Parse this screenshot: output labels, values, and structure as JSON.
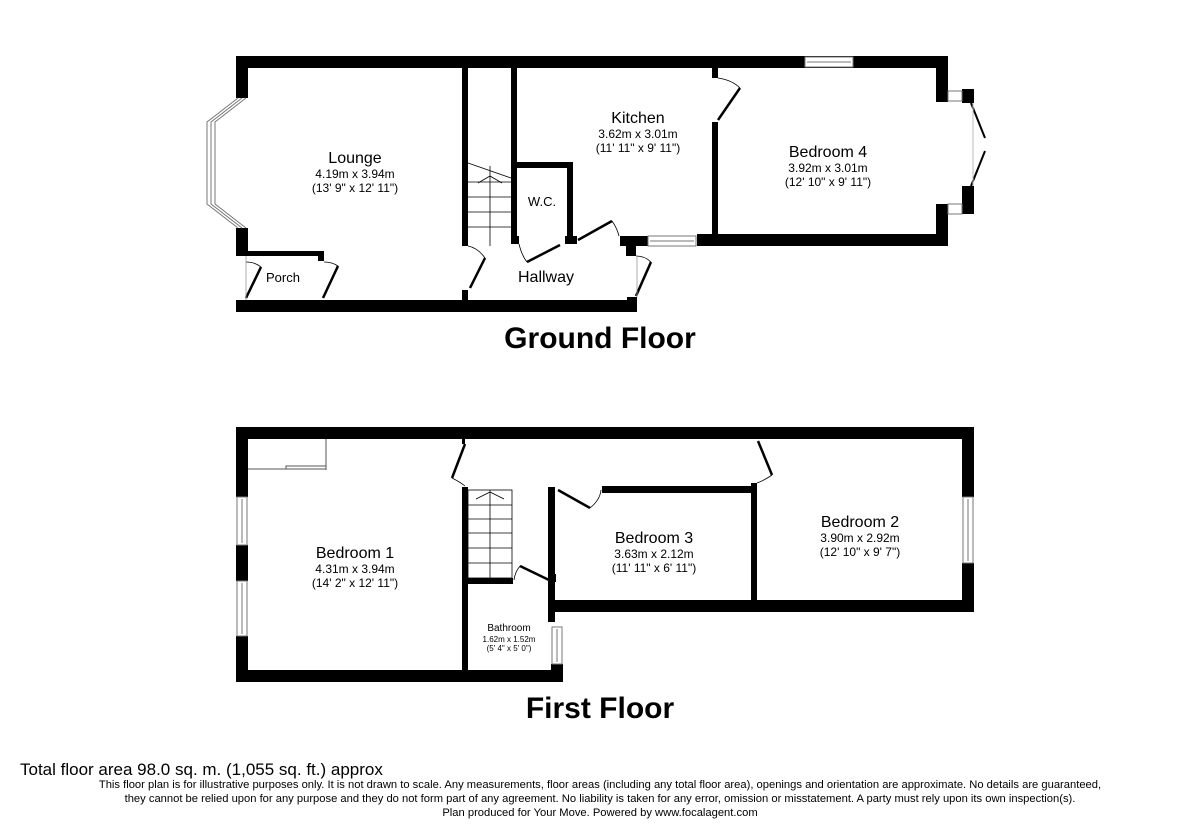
{
  "ground_floor": {
    "title": "Ground Floor",
    "rooms": {
      "lounge": {
        "name": "Lounge",
        "metric": "4.19m x 3.94m",
        "imperial": "(13' 9\" x 12' 11\")"
      },
      "kitchen": {
        "name": "Kitchen",
        "metric": "3.62m x 3.01m",
        "imperial": "(11' 11\" x 9' 11\")"
      },
      "bedroom4": {
        "name": "Bedroom 4",
        "metric": "3.92m x 3.01m",
        "imperial": "(12' 10\" x 9' 11\")"
      },
      "wc": {
        "name": "W.C."
      },
      "hallway": {
        "name": "Hallway"
      },
      "porch": {
        "name": "Porch"
      }
    }
  },
  "first_floor": {
    "title": "First Floor",
    "rooms": {
      "bedroom1": {
        "name": "Bedroom 1",
        "metric": "4.31m x 3.94m",
        "imperial": "(14' 2\" x 12' 11\")"
      },
      "bedroom2": {
        "name": "Bedroom 2",
        "metric": "3.90m x 2.92m",
        "imperial": "(12' 10\" x 9' 7\")"
      },
      "bedroom3": {
        "name": "Bedroom 3",
        "metric": "3.63m x 2.12m",
        "imperial": "(11' 11\" x 6' 11\")"
      },
      "bathroom": {
        "name": "Bathroom",
        "metric": "1.62m x 1.52m",
        "imperial": "(5' 4\" x 5' 0\")"
      }
    }
  },
  "footer": {
    "total_area": "Total floor area 98.0 sq. m. (1,055 sq. ft.) approx",
    "disclaimer_line1": "This floor plan is for illustrative purposes only. It is not drawn to scale. Any measurements, floor areas (including any total floor area), openings and orientation are approximate. No details are guaranteed,",
    "disclaimer_line2": "they cannot be relied upon for any purpose and they do not form part of any agreement. No liability is taken for any error, omission or misstatement. A party must rely upon its own inspection(s).",
    "credit": "Plan produced for Your Move. Powered by www.focalagent.com"
  },
  "colors": {
    "wall": "#000000",
    "background": "#ffffff",
    "window": "#888888"
  }
}
